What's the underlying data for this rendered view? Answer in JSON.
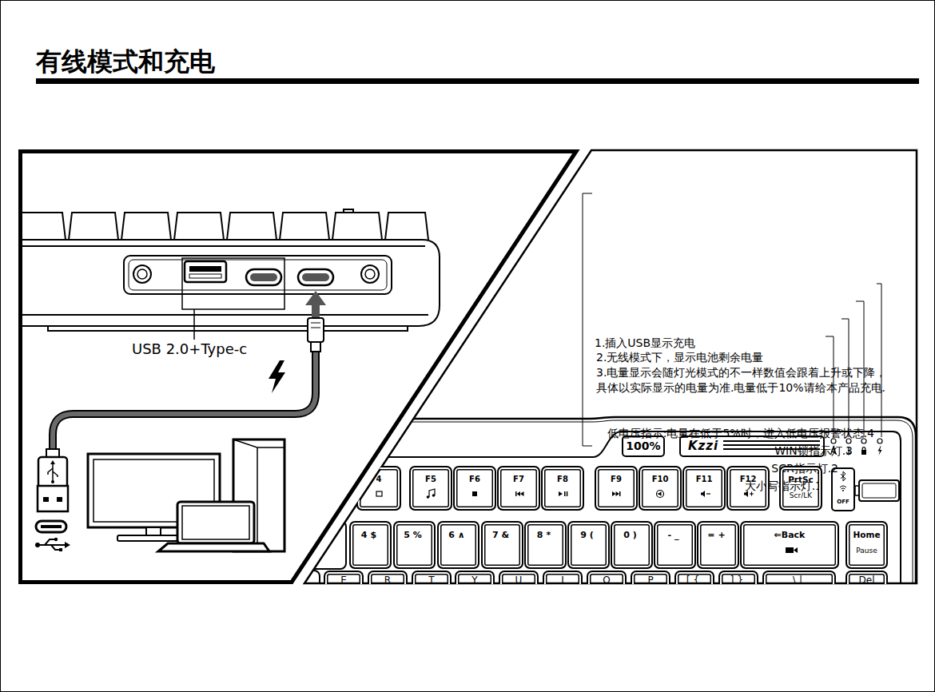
{
  "diagram": {
    "title": "有线模式和充电",
    "nodes": [
      {
        "text": [
          "USB 2.0+Type-c"
        ]
      },
      {
        "text": [
          "1.插入USB显示充电",
          "2.无线模式下，显示电池剩余电量",
          "3.电量显示会随灯光模式的不一样数值会跟着上升或下降，具体以实际显示的电量为准.电量低于10%请给本产品充电.",
          "低电压指示:电量在低于5%时，进入低电压报警状态.4",
          "WIN锁指示灯.3",
          "SCR指示灯.2",
          "大小写指示灯.1"
        ]
      },
      {
        "text": [
          "100%"
        ],
        "in": 1
      },
      {
        "text": [
          "Kzzi"
        ],
        "in": 1
      },
      {
        "text": [
          "4"
        ],
        "in": 1
      },
      {
        "text": [
          "F5"
        ],
        "in": 1
      },
      {
        "text": [
          "F6"
        ],
        "in": 1
      },
      {
        "text": [
          "F7"
        ],
        "in": 1
      },
      {
        "text": [
          "F8"
        ],
        "in": 1
      },
      {
        "text": [
          "F9"
        ],
        "in": 1
      },
      {
        "text": [
          "F10"
        ],
        "in": 1
      },
      {
        "text": [
          "F11"
        ],
        "in": 1
      },
      {
        "text": [
          "F12"
        ],
        "in": 1
      },
      {
        "text": [
          "PrtSc",
          "Scr/LK"
        ],
        "in": 1
      },
      {
        "text": [
          "OFF"
        ],
        "in": 1
      },
      {
        "text": [
          "4$"
        ],
        "in": 1
      },
      {
        "text": [
          "5%"
        ],
        "in": 1
      },
      {
        "text": [
          "6∧"
        ],
        "in": 1
      },
      {
        "text": [
          "7&"
        ],
        "in": 1
      },
      {
        "text": [
          "8*"
        ],
        "in": 1
      },
      {
        "text": [
          "9("
        ],
        "in": 1
      },
      {
        "text": [
          "0)"
        ],
        "in": 1
      },
      {
        "text": [
          "-_"
        ],
        "in": 1
      },
      {
        "text": [
          "=+"
        ],
        "in": 1
      },
      {
        "text": [
          "⇐Back"
        ],
        "in": 1
      },
      {
        "text": [
          "Home",
          "Pause"
        ],
        "in": 1
      },
      {
        "text": [
          "E"
        ],
        "in": 1
      },
      {
        "text": [
          "R"
        ],
        "in": 1
      },
      {
        "text": [
          "T"
        ],
        "in": 1
      },
      {
        "text": [
          "Y"
        ],
        "in": 1
      },
      {
        "text": [
          "U"
        ],
        "in": 1
      },
      {
        "text": [
          "I"
        ],
        "in": 1
      },
      {
        "text": [
          "O"
        ],
        "in": 1
      },
      {
        "text": [
          "P"
        ],
        "in": 1
      },
      {
        "text": [
          "[{"
        ],
        "in": 1
      },
      {
        "text": [
          "]}"
        ],
        "in": 1
      },
      {
        "text": [
          "\\|"
        ],
        "in": 1
      },
      {
        "text": [
          "Del"
        ],
        "in": 1
      }
    ]
  }
}
